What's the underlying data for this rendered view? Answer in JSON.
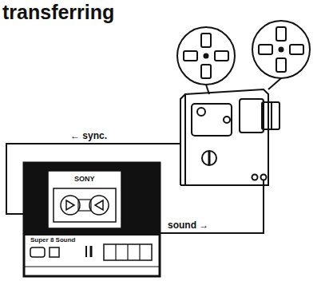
{
  "diagram": {
    "title": "transferring",
    "labels": [
      "← sync.",
      "sound →",
      "SONY",
      "Super 8 Sound"
    ]
  }
}
